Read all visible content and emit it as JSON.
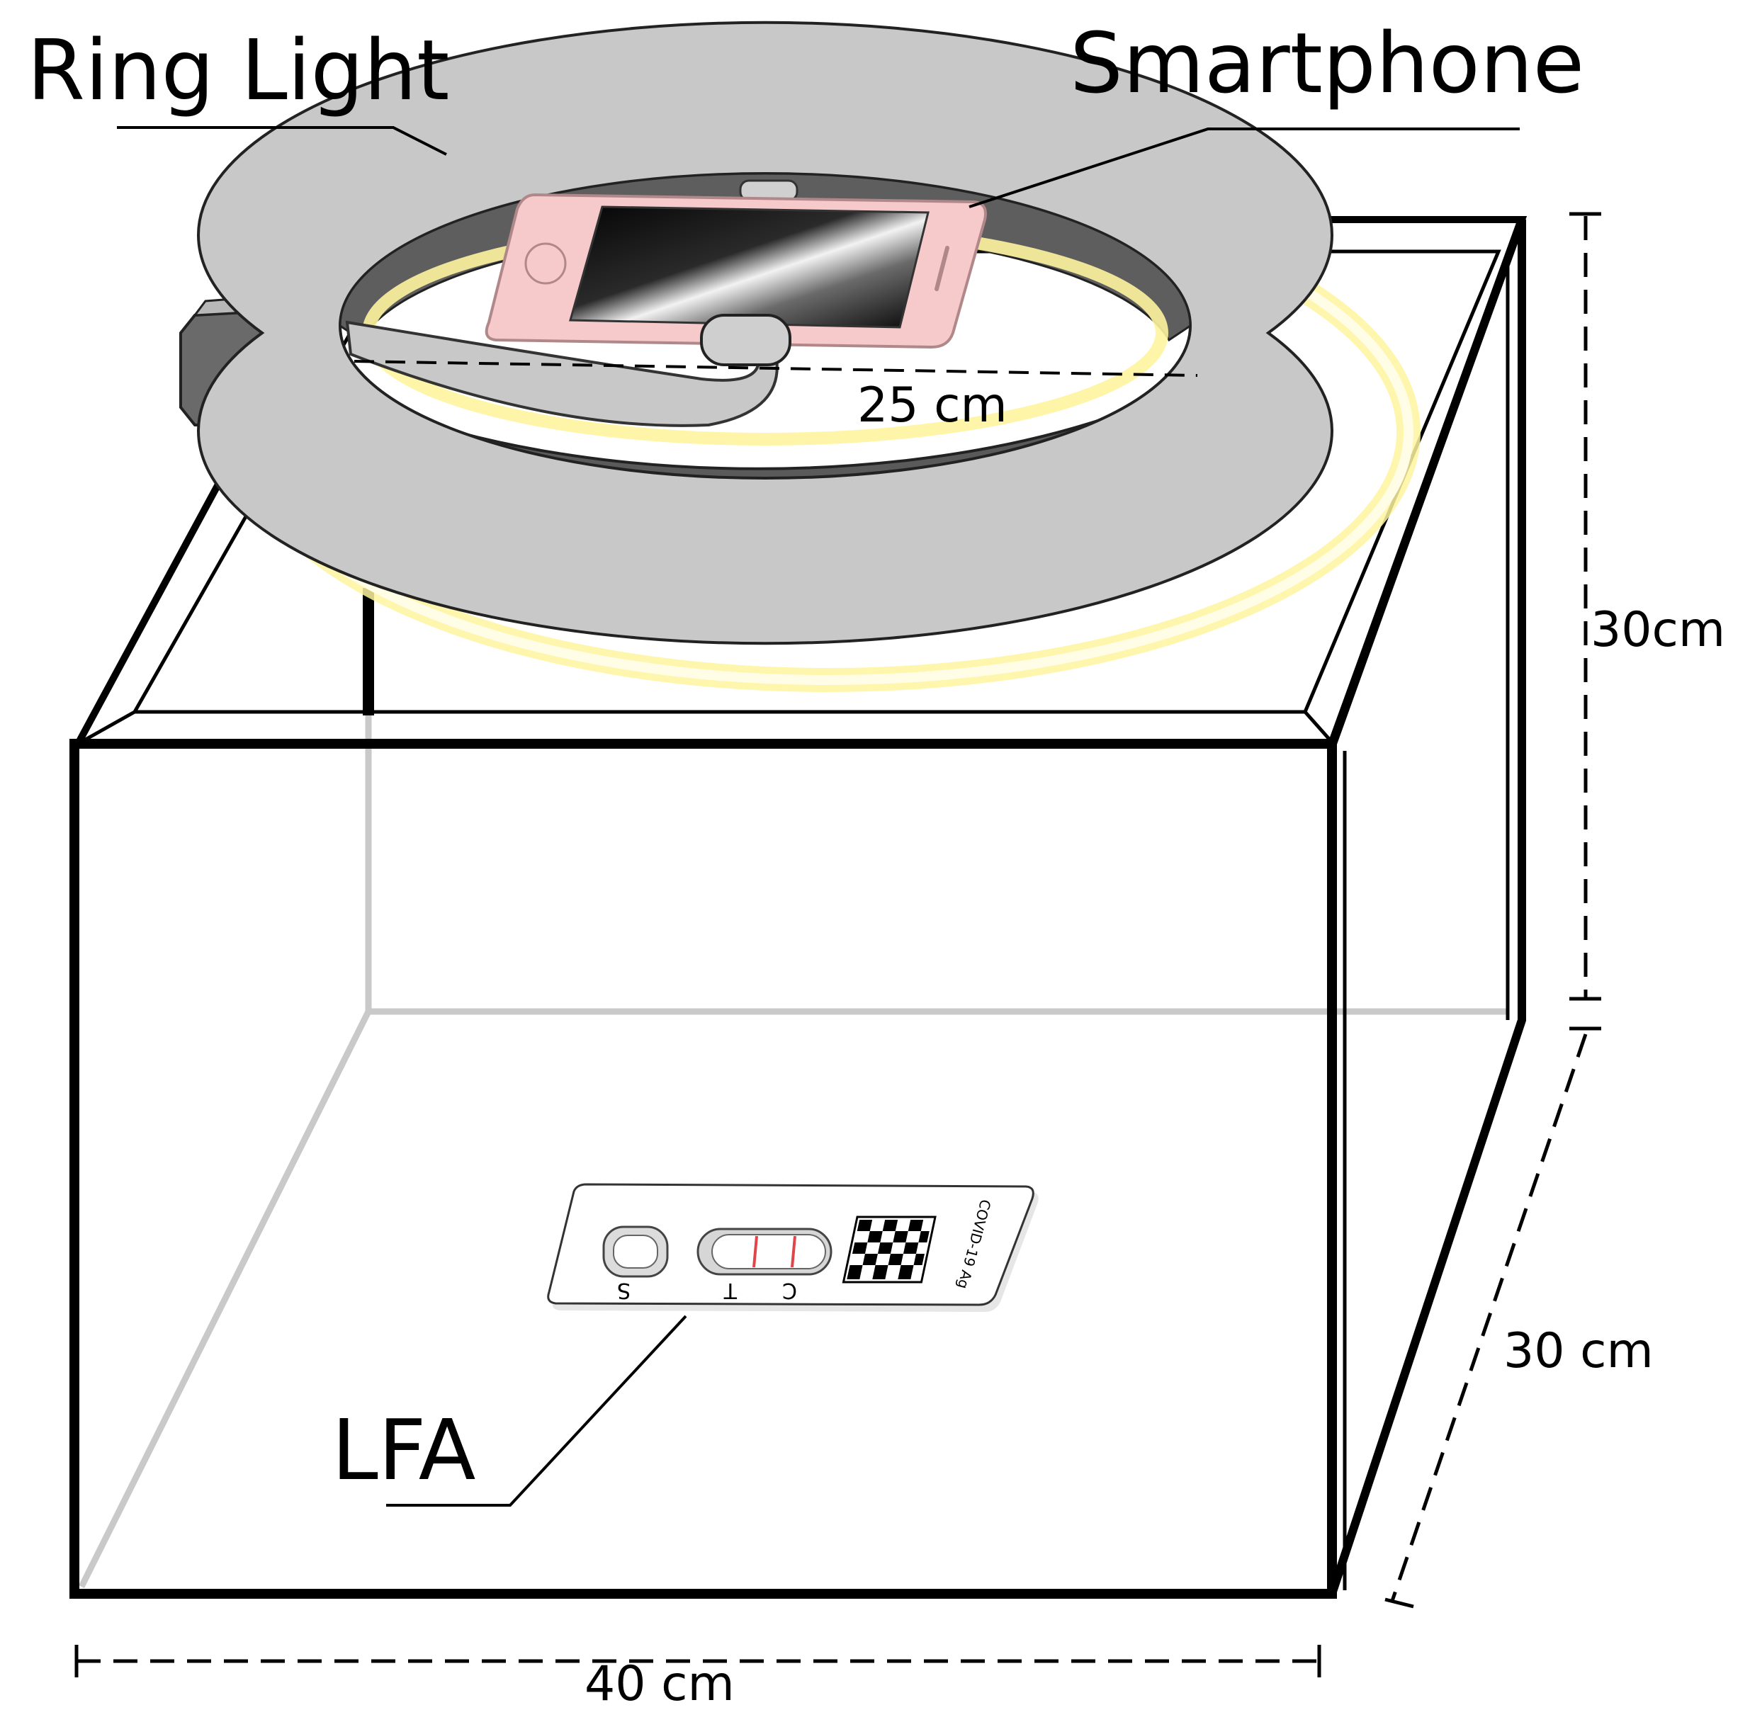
{
  "labels": {
    "ring_light": "Ring Light",
    "smartphone": "Smartphone",
    "ring_diameter": "25 cm",
    "height": "30cm",
    "depth": "30 cm",
    "width": "40 cm",
    "lfa": "LFA"
  },
  "lfa_strip": {
    "sample_well": "S",
    "test_line": "T",
    "control_line": "C",
    "product_text": "COVID-19 Ag"
  },
  "colors": {
    "ring_top": "#c8c8c8",
    "ring_side": "#5a5a5a",
    "ring_glow": "#fff7a8",
    "phone_body": "#f6c9cb",
    "test_lines": "#e0454a",
    "box_outline": "#000000",
    "box_back_edges": "#c8c8c8"
  }
}
